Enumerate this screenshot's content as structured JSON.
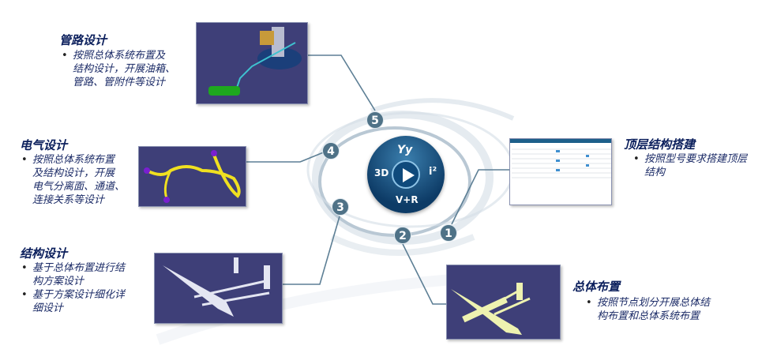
{
  "hub": {
    "top": "Yy",
    "left": "3D",
    "right": "i²",
    "bottom": "V+R",
    "center": "play"
  },
  "steps": [
    {
      "num": "1",
      "title": "顶层结构搭建",
      "bullets": [
        "按照型号要求搭建顶层",
        "结构"
      ]
    },
    {
      "num": "2",
      "title": "总体布置",
      "bullets": [
        "按照节点划分开展总体结",
        "构布置和总体系统布置"
      ]
    },
    {
      "num": "3",
      "title": "结构设计",
      "bullets": [
        "基于总体布置进行结",
        "构方案设计",
        "基于方案设计细化详",
        "细设计"
      ]
    },
    {
      "num": "4",
      "title": "电气设计",
      "bullets": [
        "按照总体系统布置",
        "及结构设计，开展",
        "电气分离面、通道、",
        "连接关系等设计"
      ]
    },
    {
      "num": "5",
      "title": "管路设计",
      "bullets": [
        "按照总体系统布置及",
        "结构设计，开展油箱、",
        "管路、管附件等设计"
      ]
    }
  ],
  "colors": {
    "title": "#0b1f5c",
    "badge": "#4f7287",
    "hub": "#0d3b66",
    "pic_bg": "#3e3f78"
  }
}
